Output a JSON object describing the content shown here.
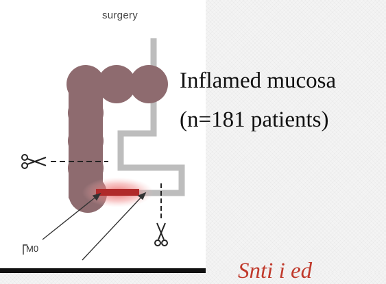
{
  "figure": {
    "title": "surgery",
    "marker_label": "M0",
    "icons": {
      "scissor_left": "scissors-icon",
      "scissor_bottom": "scissors-icon"
    },
    "colors": {
      "colon": "#8e6b6f",
      "small_intestine": "#bdbdbd",
      "inflamed_band": "#b02a2a",
      "inflamed_glow": "#e85a5a"
    }
  },
  "caption": {
    "line1": "Inflamed mucosa",
    "line2": "(n=181 patients)"
  },
  "cutoff_text": "Snti i ed",
  "colors": {
    "cutoff_text": "#c0392b"
  }
}
